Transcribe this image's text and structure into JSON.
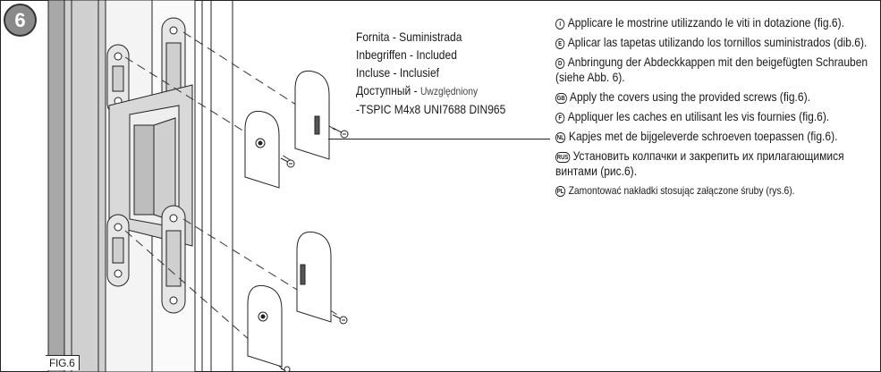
{
  "badge": {
    "number": "6"
  },
  "figure_label": "FIG.6",
  "supply": {
    "lines": [
      "Fornita - Suministrada",
      "Inbegriffen - Included",
      "Incluse - Inclusief"
    ],
    "ru_main": "Доступный",
    "ru_sep": " - ",
    "ru_pl": "Uwzględniony",
    "screw_spec": "-TSPIC M4x8 UNI7688 DIN965"
  },
  "instructions": [
    {
      "code": "I",
      "text": "Applicare le mostrine utilizzando le viti in dotazione (fig.6)."
    },
    {
      "code": "E",
      "text": "Aplicar las tapetas utilizando los tornillos suministrados (dib.6)."
    },
    {
      "code": "D",
      "text": "Anbringung der Abdeckkappen mit den beigefügten Schrauben (siehe Abb. 6)."
    },
    {
      "code": "GB",
      "text": "Apply the covers using the provided screws (fig.6)."
    },
    {
      "code": "F",
      "text": "Appliquer les caches en utilisant les vis fournies (fig.6)."
    },
    {
      "code": "NL",
      "text": "Kapjes met de bijgeleverde schroeven toepassen (fig.6)."
    },
    {
      "code": "RUS",
      "text": "Установить колпачки и закрепить их прилагающимися винтами (рис.6)."
    },
    {
      "code": "PL",
      "text": "Zamontować nakładki stosując załączone śruby (rys.6)."
    }
  ]
}
